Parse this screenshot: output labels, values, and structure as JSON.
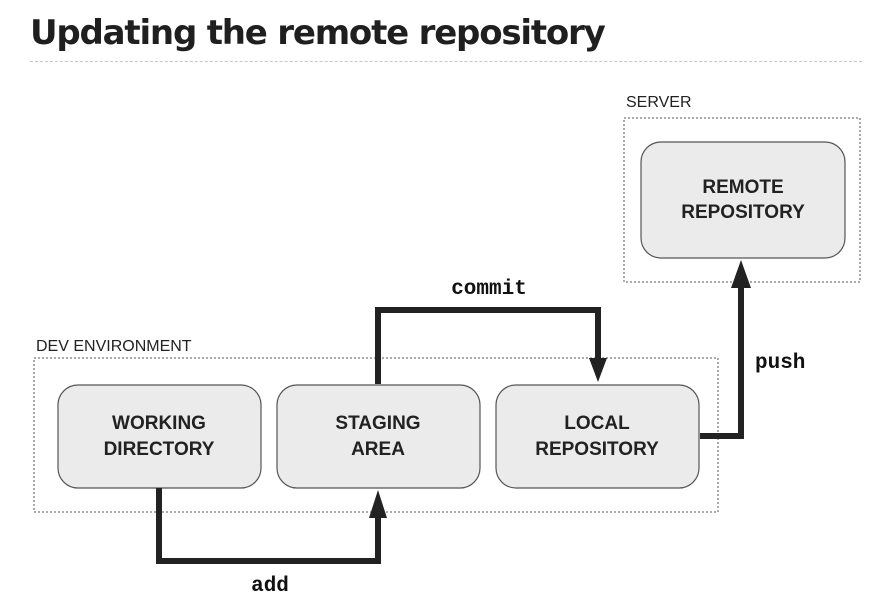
{
  "page": {
    "title": "Updating the remote repository"
  },
  "groups": {
    "server": {
      "label": "SERVER"
    },
    "dev": {
      "label": "DEV ENVIRONMENT"
    }
  },
  "nodes": {
    "remote": {
      "line1": "REMOTE",
      "line2": "REPOSITORY"
    },
    "working": {
      "line1": "WORKING",
      "line2": "DIRECTORY"
    },
    "staging": {
      "line1": "STAGING",
      "line2": "AREA"
    },
    "local": {
      "line1": "LOCAL",
      "line2": "REPOSITORY"
    }
  },
  "flows": {
    "commit": "commit",
    "push": "push",
    "add": "add"
  },
  "colors": {
    "node_fill": "#ebebeb",
    "line": "#222222",
    "title": "#1f1f1f"
  }
}
